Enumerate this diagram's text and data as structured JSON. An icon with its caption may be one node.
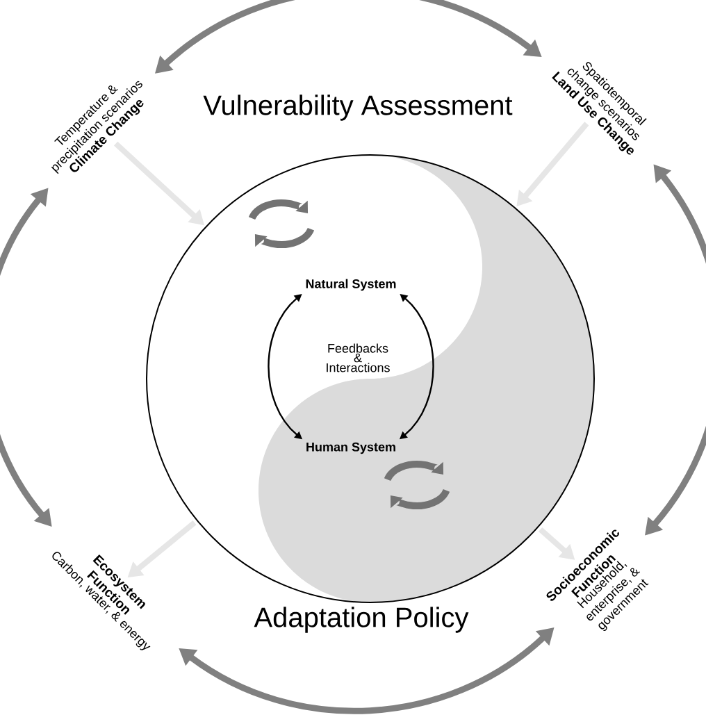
{
  "diagram": {
    "nodes": [
      {
        "text": [
          "Climate Change",
          "Temperature & precipitation scenarios"
        ]
      },
      {
        "text": [
          "Land Use Change",
          "Spatiotemporal change scenarios"
        ]
      },
      {
        "text": [
          "Ecosystem Function",
          "Carbon, water, & energy"
        ]
      },
      {
        "text": [
          "Socioeconomic Function",
          "Household, enterprise, & government"
        ]
      },
      {
        "text": [],
        "shape": "circle"
      },
      {
        "text": [
          "Natural System"
        ],
        "in": 4
      },
      {
        "text": [
          "Human System"
        ],
        "in": 4
      },
      {
        "text": [
          "Feedbacks & Interactions"
        ],
        "in": 4
      }
    ],
    "edges": [
      {
        "from": 0,
        "to": 1,
        "arrow": "both",
        "color": "#808080"
      },
      {
        "from": 1,
        "to": 3,
        "arrow": "both",
        "color": "#808080"
      },
      {
        "from": 2,
        "to": 3,
        "arrow": "both",
        "color": "#808080"
      },
      {
        "from": 0,
        "to": 2,
        "arrow": "both",
        "color": "#808080"
      },
      {
        "from": 0,
        "to": 4,
        "arrow": "to",
        "color": "#e6e6e6"
      },
      {
        "from": 1,
        "to": 4,
        "arrow": "to",
        "color": "#e6e6e6"
      },
      {
        "from": 4,
        "to": 2,
        "arrow": "to",
        "color": "#e6e6e6"
      },
      {
        "from": 4,
        "to": 3,
        "arrow": "to",
        "color": "#e6e6e6"
      },
      {
        "from": 5,
        "to": 6,
        "arrow": "both",
        "color": "#000000"
      },
      {
        "from": 5,
        "to": 6,
        "arrow": "both",
        "color": "#000000"
      }
    ],
    "labels": [
      "Vulnerability Assessment",
      "Adaptation Policy"
    ]
  }
}
